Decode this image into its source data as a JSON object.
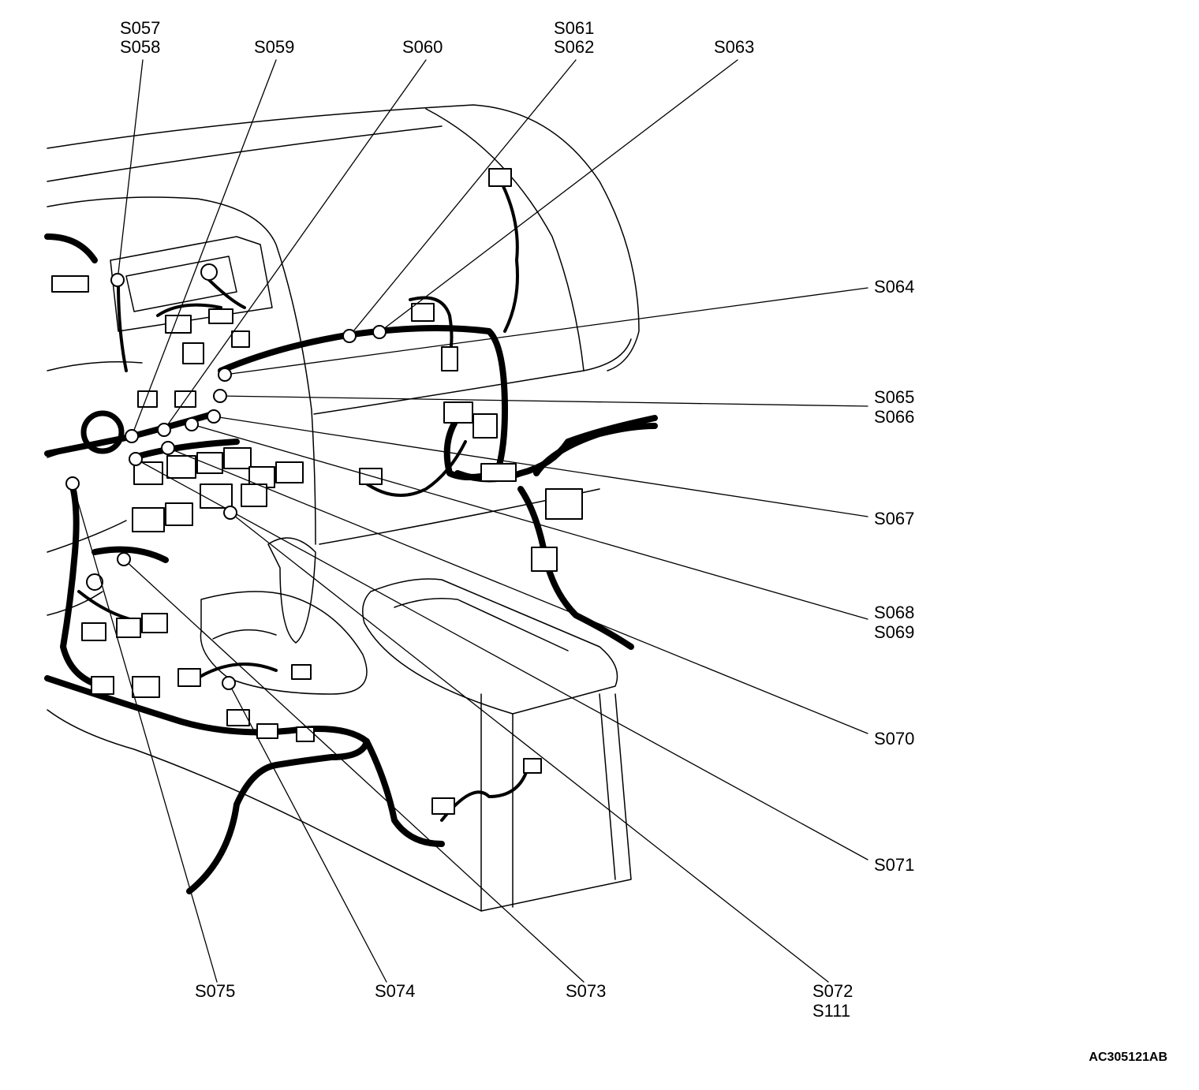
{
  "diagram": {
    "labels": {
      "s057": "S057",
      "s058": "S058",
      "s059": "S059",
      "s060": "S060",
      "s061": "S061",
      "s062": "S062",
      "s063": "S063",
      "s064": "S064",
      "s065": "S065",
      "s066": "S066",
      "s067": "S067",
      "s068": "S068",
      "s069": "S069",
      "s070": "S070",
      "s071": "S071",
      "s072": "S072",
      "s111": "S111",
      "s073": "S073",
      "s074": "S074",
      "s075": "S075"
    },
    "figure_id": "AC305121AB"
  }
}
